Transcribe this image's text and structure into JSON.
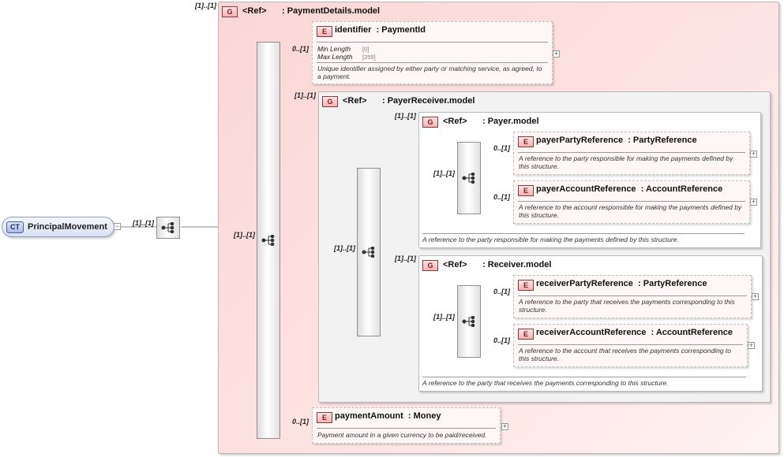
{
  "root": {
    "badge": "CT",
    "name": "PrincipalMovement",
    "collapse": "−",
    "card": "[1]..[1]"
  },
  "paymentDetails": {
    "card": "[1]..[1]",
    "badge": "G",
    "ref": "<Ref>",
    "name": ": PaymentDetails.model",
    "seqCard": "[1]..[1]"
  },
  "identifier": {
    "card": "0..[1]",
    "badge": "E",
    "name": "identifier",
    "type": ": PaymentId",
    "facets": [
      {
        "label": "Min Length",
        "value": "[0]"
      },
      {
        "label": "Max Length",
        "value": "[255]"
      }
    ],
    "desc": "Unique identifier assigned by either party or matching service, as agreed, to a payment.",
    "expand": "+"
  },
  "payerReceiver": {
    "card": "[1]..[1]",
    "badge": "G",
    "ref": "<Ref>",
    "name": ": PayerReceiver.model",
    "seqCard": "[1]..[1]"
  },
  "payer": {
    "card": "[1]..[1]",
    "badge": "G",
    "ref": "<Ref>",
    "name": ": Payer.model",
    "seqCard": "[1]..[1]",
    "desc": "A reference to the party responsible for making the payments defined by this structure."
  },
  "payerParty": {
    "card": "0..[1]",
    "badge": "E",
    "name": "payerPartyReference",
    "type": ": PartyReference",
    "desc": "A reference to the party responsible for making the payments defined by this structure.",
    "expand": "+"
  },
  "payerAccount": {
    "card": "0..[1]",
    "badge": "E",
    "name": "payerAccountReference",
    "type": ": AccountReference",
    "desc": "A reference to the account responsible for making the payments defined by this structure.",
    "expand": "+"
  },
  "receiver": {
    "card": "[1]..[1]",
    "badge": "G",
    "ref": "<Ref>",
    "name": ": Receiver.model",
    "seqCard": "[1]..[1]",
    "desc": "A reference to the party that receives the payments corresponding to this structure."
  },
  "receiverParty": {
    "card": "0..[1]",
    "badge": "E",
    "name": "receiverPartyReference",
    "type": ": PartyReference",
    "desc": "A reference to the party that receives the payments corresponding to this structure.",
    "expand": "+"
  },
  "receiverAccount": {
    "card": "0..[1]",
    "badge": "E",
    "name": "receiverAccountReference",
    "type": ": AccountReference",
    "desc": "A reference to the account that receives the payments corresponding to this structure.",
    "expand": "+"
  },
  "paymentAmount": {
    "card": "0..[1]",
    "badge": "E",
    "name": "paymentAmount",
    "type": ": Money",
    "desc": "Payment amount in a given currency to be paid/received.",
    "expand": "+"
  },
  "colors": {
    "groupPink": "#fcd6d6",
    "groupGray": "#f2f2f2",
    "connector": "#8a8a8a",
    "badgeBorder": "#8a3a3a"
  }
}
